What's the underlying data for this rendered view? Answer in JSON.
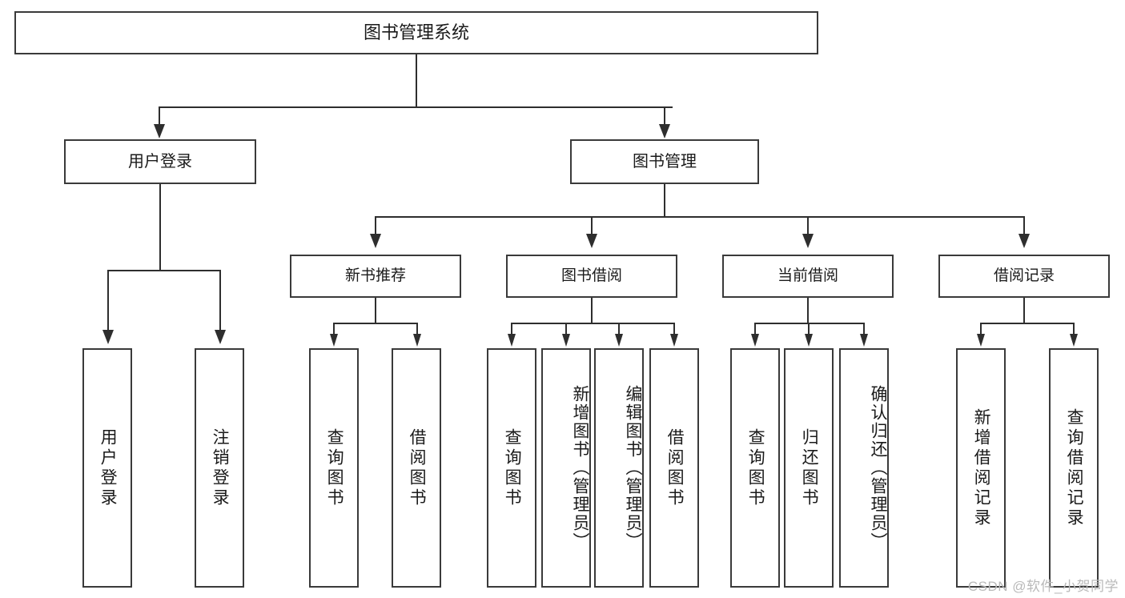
{
  "diagram": {
    "title": "图书管理系统",
    "type": "tree-hierarchy",
    "root": {
      "label": "图书管理系统"
    },
    "level1": [
      {
        "label": "用户登录"
      },
      {
        "label": "图书管理"
      }
    ],
    "level2": [
      {
        "label": "新书推荐",
        "parent": "图书管理"
      },
      {
        "label": "图书借阅",
        "parent": "图书管理"
      },
      {
        "label": "当前借阅",
        "parent": "图书管理"
      },
      {
        "label": "借阅记录",
        "parent": "图书管理"
      }
    ],
    "leaves": [
      {
        "label": "用户登录",
        "parent": "用户登录"
      },
      {
        "label": "注销登录",
        "parent": "用户登录"
      },
      {
        "label": "查询图书",
        "parent": "新书推荐"
      },
      {
        "label": "借阅图书",
        "parent": "新书推荐"
      },
      {
        "label": "查询图书",
        "parent": "图书借阅"
      },
      {
        "label": "新增图书（管理员）",
        "parent": "图书借阅"
      },
      {
        "label": "编辑图书（管理员）",
        "parent": "图书借阅"
      },
      {
        "label": "借阅图书",
        "parent": "图书借阅"
      },
      {
        "label": "查询图书",
        "parent": "当前借阅"
      },
      {
        "label": "归还图书",
        "parent": "当前借阅"
      },
      {
        "label": "确认归还（管理员）",
        "parent": "当前借阅"
      },
      {
        "label": "新增借阅记录",
        "parent": "借阅记录"
      },
      {
        "label": "查询借阅记录",
        "parent": "借阅记录"
      }
    ],
    "watermark": "CSDN @软件_小贺同学",
    "colors": {
      "stroke": "#2e2e2e",
      "box_border": "#3a3a3a",
      "background": "#ffffff",
      "text": "#1a1a1a",
      "watermark": "#b9b9b9"
    }
  }
}
